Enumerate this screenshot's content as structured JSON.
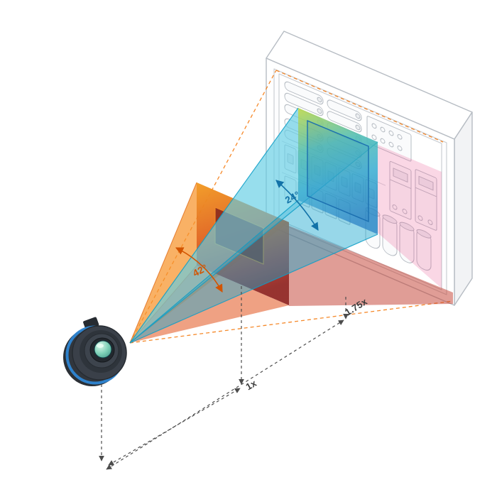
{
  "labels": {
    "wide_fov_angle": "42°",
    "narrow_fov_angle": "24°",
    "near_distance": "1x",
    "far_distance": "1.75x"
  },
  "colors": {
    "wide_fov": "#f5831f",
    "wide_fov_light": "#fbb040",
    "wide_fov_deep": "#c0392b",
    "wide_fov_label": "#d35400",
    "narrow_fov": "#29b6d8",
    "narrow_fov_light": "#7fd6ea",
    "narrow_fov_label": "#1272a8",
    "panel_line": "#b6bcc3",
    "measure_line": "#4d4d4d",
    "lens_body": "#3a4049",
    "lens_ring": "#2f86d3",
    "lens_glass": "#7fd2b8",
    "target_pink": "#e84a8a"
  }
}
